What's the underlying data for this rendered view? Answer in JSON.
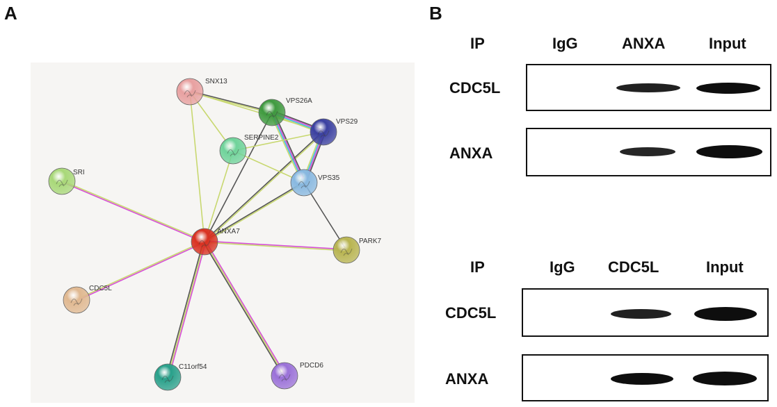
{
  "panels": {
    "a": "A",
    "b": "B"
  },
  "network": {
    "nodes": [
      {
        "id": "ANXA7",
        "label": "ANXA7",
        "color": "#d93020"
      },
      {
        "id": "SNX13",
        "label": "SNX13",
        "color": "#e8a0a0"
      },
      {
        "id": "VPS26A",
        "label": "VPS26A",
        "color": "#3f9a3f"
      },
      {
        "id": "VPS29",
        "label": "VPS29",
        "color": "#3a3fa0"
      },
      {
        "id": "SERPINE2",
        "label": "SERPINE2",
        "color": "#6fd39a"
      },
      {
        "id": "VPS35",
        "label": "VPS35",
        "color": "#88b8e0"
      },
      {
        "id": "SRI",
        "label": "SRI",
        "color": "#a8d878"
      },
      {
        "id": "PARK7",
        "label": "PARK7",
        "color": "#b8b450"
      },
      {
        "id": "CDC5L",
        "label": "CDC5L",
        "color": "#e0b890"
      },
      {
        "id": "C11orf54",
        "label": "C11orf54",
        "color": "#28a08a"
      },
      {
        "id": "PDCD6",
        "label": "PDCD6",
        "color": "#9a70d8"
      }
    ],
    "edges": [
      {
        "source": "ANXA7",
        "target": "SRI",
        "colors": [
          "#d64fd6",
          "#c8d870"
        ]
      },
      {
        "source": "ANXA7",
        "target": "CDC5L",
        "colors": [
          "#d64fd6",
          "#c8d870"
        ]
      },
      {
        "source": "ANXA7",
        "target": "C11orf54",
        "colors": [
          "#d64fd6",
          "#c8d870",
          "#555555"
        ]
      },
      {
        "source": "ANXA7",
        "target": "PDCD6",
        "colors": [
          "#d64fd6",
          "#c8d870",
          "#555555"
        ]
      },
      {
        "source": "ANXA7",
        "target": "PARK7",
        "colors": [
          "#d64fd6",
          "#c8d870"
        ]
      },
      {
        "source": "ANXA7",
        "target": "SNX13",
        "colors": [
          "#c8d870"
        ]
      },
      {
        "source": "ANXA7",
        "target": "SERPINE2",
        "colors": [
          "#c8d870"
        ]
      },
      {
        "source": "ANXA7",
        "target": "VPS26A",
        "colors": [
          "#555555"
        ]
      },
      {
        "source": "ANXA7",
        "target": "VPS29",
        "colors": [
          "#555555",
          "#c8d870"
        ]
      },
      {
        "source": "ANXA7",
        "target": "VPS35",
        "colors": [
          "#555555",
          "#c8d870"
        ]
      },
      {
        "source": "SNX13",
        "target": "VPS26A",
        "colors": [
          "#555555",
          "#c8d870"
        ]
      },
      {
        "source": "SNX13",
        "target": "VPS29",
        "colors": [
          "#c8d870"
        ]
      },
      {
        "source": "SNX13",
        "target": "SERPINE2",
        "colors": [
          "#c8d870"
        ]
      },
      {
        "source": "VPS26A",
        "target": "VPS29",
        "colors": [
          "#555555",
          "#d64fd6",
          "#40c0e0",
          "#c8d870"
        ]
      },
      {
        "source": "VPS26A",
        "target": "VPS35",
        "colors": [
          "#555555",
          "#d64fd6",
          "#40c0e0",
          "#c8d870"
        ]
      },
      {
        "source": "VPS29",
        "target": "VPS35",
        "colors": [
          "#555555",
          "#d64fd6",
          "#40c0e0",
          "#c8d870"
        ]
      },
      {
        "source": "SERPINE2",
        "target": "VPS29",
        "colors": [
          "#c8d870"
        ]
      },
      {
        "source": "SERPINE2",
        "target": "VPS35",
        "colors": [
          "#c8d870"
        ]
      },
      {
        "source": "VPS35",
        "target": "PARK7",
        "colors": [
          "#555555"
        ]
      }
    ]
  },
  "blots": [
    {
      "headers": [
        "IP",
        "IgG",
        "ANXA",
        "Input"
      ],
      "rows": [
        {
          "label": "CDC5L",
          "bands": [
            null,
            "medium",
            "strong"
          ]
        },
        {
          "label": "ANXA",
          "bands": [
            null,
            "medium",
            "strong"
          ]
        }
      ]
    },
    {
      "headers": [
        "IP",
        "IgG",
        "CDC5L",
        "Input"
      ],
      "rows": [
        {
          "label": "CDC5L",
          "bands": [
            null,
            "medium",
            "strong"
          ]
        },
        {
          "label": "ANXA",
          "bands": [
            null,
            "strong",
            "strong"
          ]
        }
      ]
    }
  ]
}
